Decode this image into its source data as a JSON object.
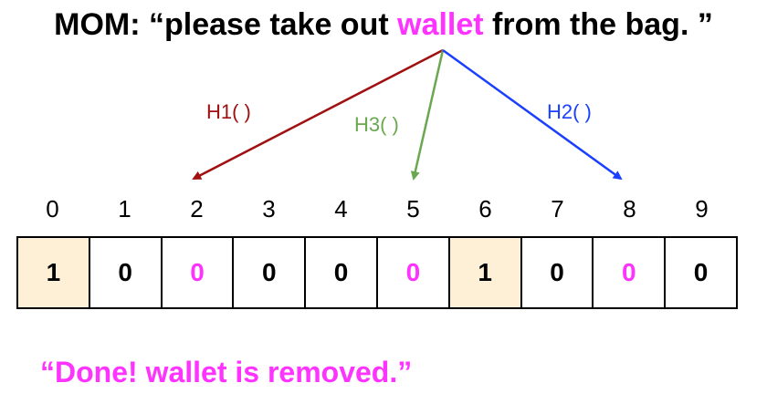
{
  "title": {
    "prefix": "MOM: “please take out ",
    "highlight": "wallet",
    "suffix": " from the bag. ”"
  },
  "hash_functions": [
    {
      "label": "H1( )",
      "color": "#a01010",
      "target": 2
    },
    {
      "label": "H3( )",
      "color": "#6aa84f",
      "target": 5
    },
    {
      "label": "H2( )",
      "color": "#1a3fff",
      "target": 8
    }
  ],
  "indices": [
    "0",
    "1",
    "2",
    "3",
    "4",
    "5",
    "6",
    "7",
    "8",
    "9"
  ],
  "bits": [
    {
      "value": "1",
      "shaded": true,
      "highlight": false
    },
    {
      "value": "0",
      "shaded": false,
      "highlight": false
    },
    {
      "value": "0",
      "shaded": false,
      "highlight": true
    },
    {
      "value": "0",
      "shaded": false,
      "highlight": false
    },
    {
      "value": "0",
      "shaded": false,
      "highlight": false
    },
    {
      "value": "0",
      "shaded": false,
      "highlight": true
    },
    {
      "value": "1",
      "shaded": true,
      "highlight": false
    },
    {
      "value": "0",
      "shaded": false,
      "highlight": false
    },
    {
      "value": "0",
      "shaded": false,
      "highlight": true
    },
    {
      "value": "0",
      "shaded": false,
      "highlight": false
    }
  ],
  "result_text": "“Done! wallet is removed.”",
  "colors": {
    "highlight": "#ff33ff",
    "shaded_cell": "#fdf0d6"
  }
}
